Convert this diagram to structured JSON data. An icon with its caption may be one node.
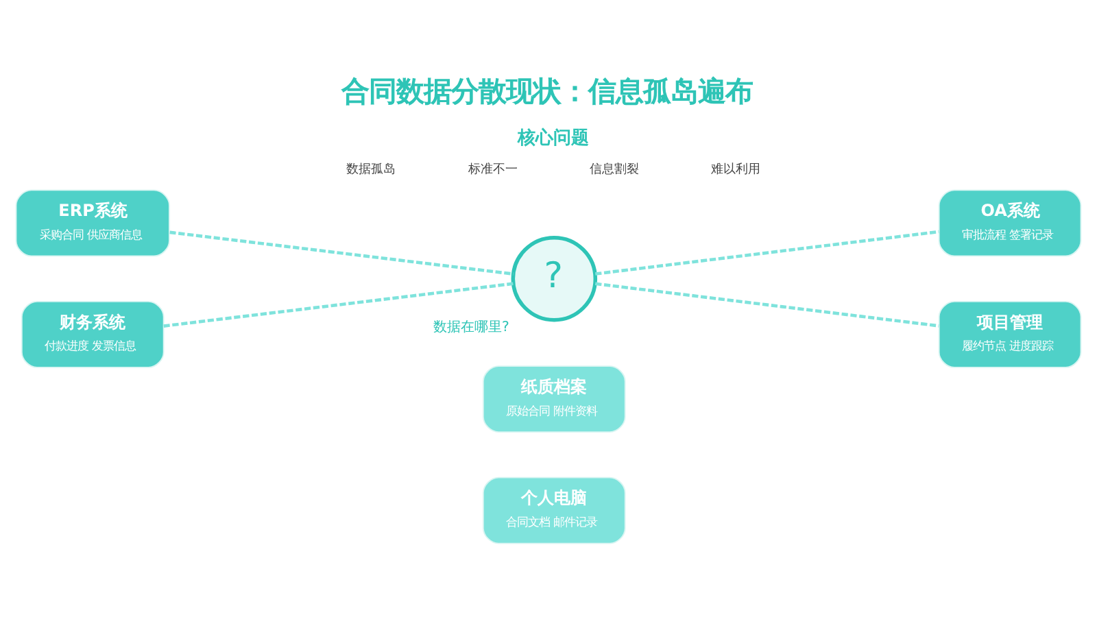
{
  "diagram": {
    "title": "合同数据分散现状：信息孤岛遍布",
    "nodes": [
      {
        "text": [
          "个人电脑",
          "合同文档 邮件记录"
        ]
      },
      {
        "text": [
          "纸质档案",
          "原始合同 附件资料"
        ]
      },
      {
        "text": [
          "ERP系统",
          "采购合同 供应商信息"
        ]
      },
      {
        "text": [
          "OA系统",
          "审批流程 签署记录"
        ]
      },
      {
        "text": [
          "?"
        ],
        "beside": [
          "数据在哪里?"
        ]
      },
      {
        "text": [
          "财务系统",
          "付款进度 发票信息"
        ]
      },
      {
        "text": [
          "项目管理",
          "履约节点 进度跟踪"
        ]
      }
    ],
    "edges": [
      {
        "from": 2,
        "to": 4,
        "arrow": "none",
        "style": "dashed"
      },
      {
        "from": 3,
        "to": 4,
        "arrow": "none",
        "style": "dashed"
      },
      {
        "from": 5,
        "to": 4,
        "arrow": "none",
        "style": "dashed"
      },
      {
        "from": 6,
        "to": 4,
        "arrow": "none",
        "style": "dashed"
      }
    ],
    "labels": [
      "核心问题",
      "数据孤岛",
      "标准不一",
      "信息割裂",
      "难以利用"
    ]
  }
}
